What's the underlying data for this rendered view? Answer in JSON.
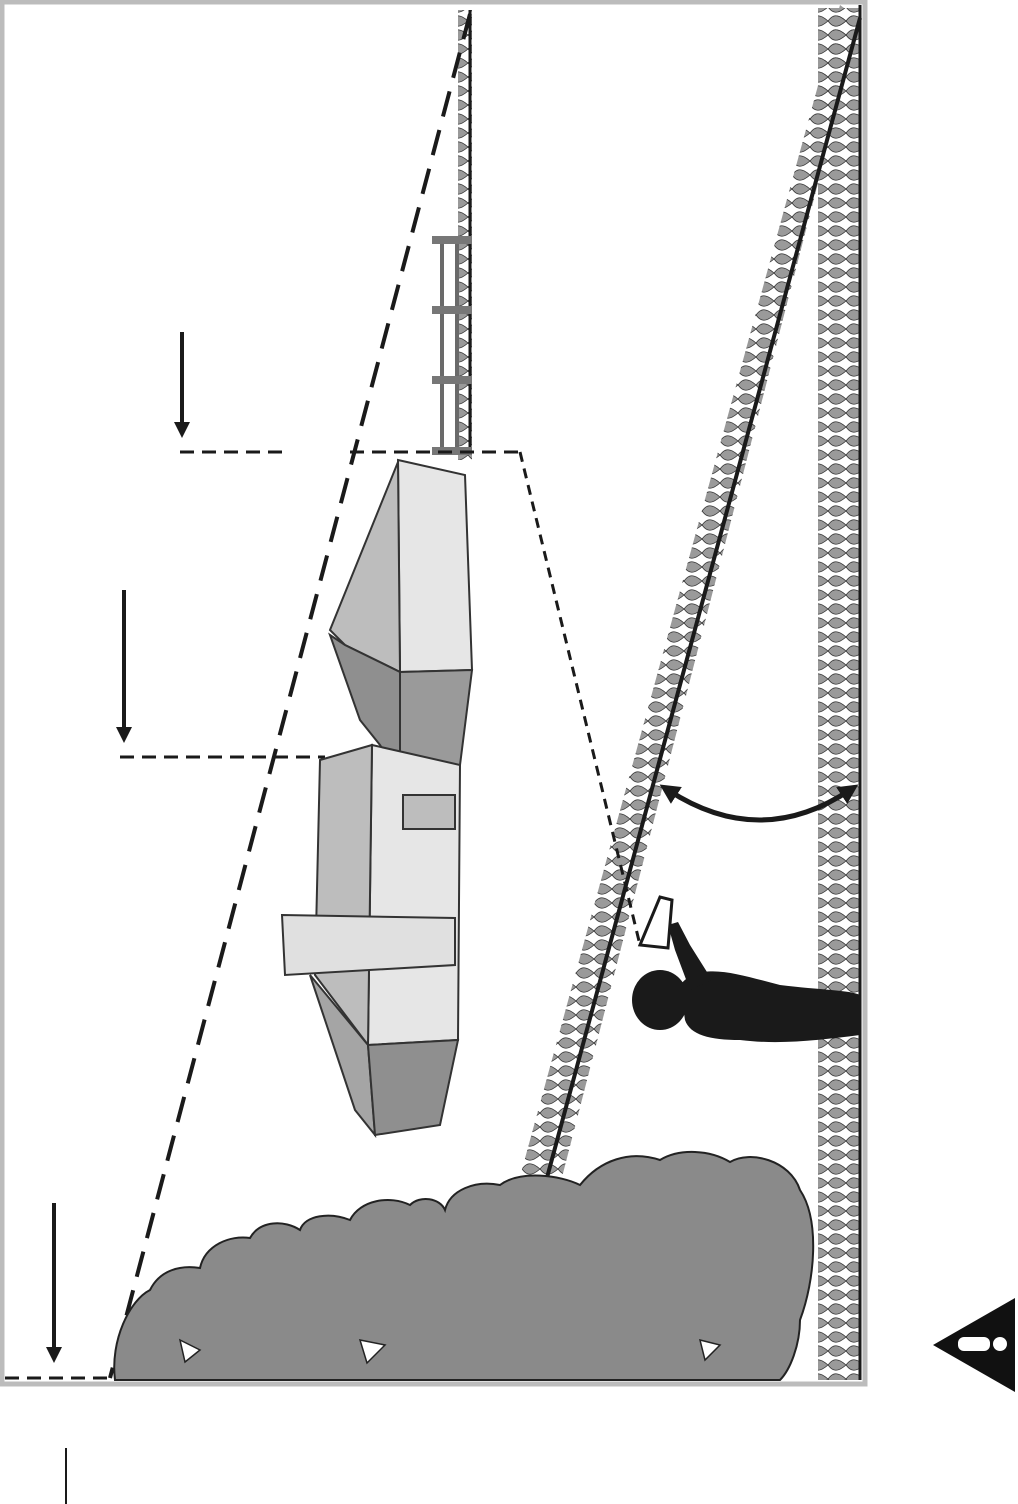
{
  "figure": {
    "kind": "safety-illustration",
    "orientation": "rotated-90",
    "scene": [
      "tractor-mower-on-slope",
      "operator-silhouette",
      "wooden-fence",
      "shrubs",
      "grass-slope",
      "drop-off-edge"
    ],
    "icons": [
      "downward-arrow-icon",
      "double-headed-arc-arrow-icon",
      "warning-triangle-icon"
    ],
    "colors": {
      "ink": "#1a1a1a",
      "frame": "#bcbcbc",
      "mower_light": "#e6e6e6",
      "mower_mid": "#bdbdbd",
      "mower_dark": "#8f8f8f",
      "foliage": "#8a8a8a",
      "grass": "#9a9a9a",
      "warning": "#111111"
    }
  }
}
